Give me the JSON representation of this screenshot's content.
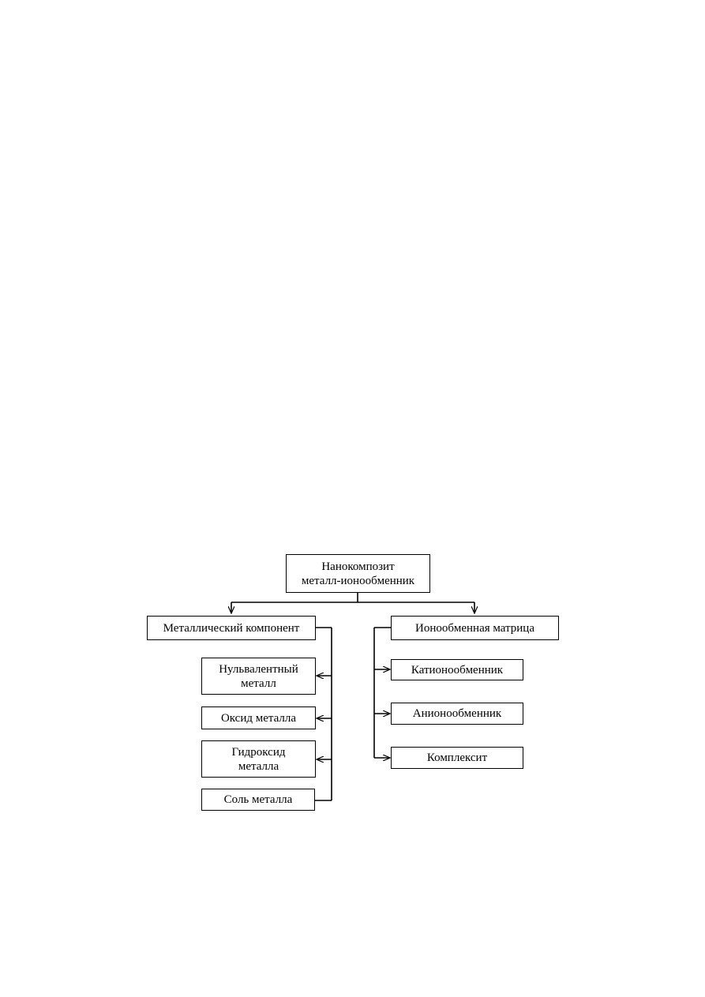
{
  "diagram": {
    "root": {
      "label": "Нанокомпозит\nметалл-ионообменник"
    },
    "metal_component": {
      "label": "Металлический компонент",
      "children": [
        {
          "label": "Нульвалентный\nметалл"
        },
        {
          "label": "Оксид металла"
        },
        {
          "label": "Гидроксид\nметалла"
        },
        {
          "label": "Соль металла"
        }
      ]
    },
    "ion_exchange_matrix": {
      "label": "Ионообменная матрица",
      "children": [
        {
          "label": "Катионообменник"
        },
        {
          "label": "Анионообменник"
        },
        {
          "label": "Комплексит"
        }
      ]
    }
  }
}
